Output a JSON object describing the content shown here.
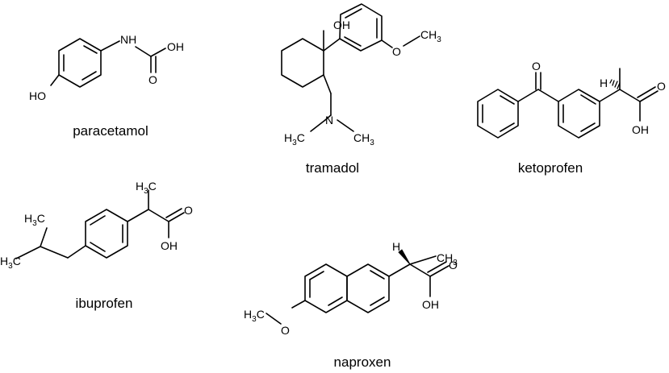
{
  "molecules": {
    "paracetamol": {
      "name": "paracetamol",
      "labels": {
        "nh": "NH",
        "oh": "OH",
        "o": "O",
        "ho": "HO"
      }
    },
    "tramadol": {
      "name": "tramadol",
      "labels": {
        "oh": "OH",
        "o": "O",
        "ch": "CH",
        "sub3": "3",
        "n": "N",
        "h": "H",
        "c": "C",
        "sub3b": "3",
        "sub3c": "3"
      }
    },
    "ketoprofen": {
      "name": "ketoprofen",
      "labels": {
        "o_ketone": "O",
        "h": "H",
        "o_acid": "O",
        "oh": "OH"
      }
    },
    "ibuprofen": {
      "name": "ibuprofen",
      "labels": {
        "h": "H",
        "c": "C",
        "sub3": "3",
        "o": "O",
        "oh": "OH"
      }
    },
    "naproxen": {
      "name": "naproxen",
      "labels": {
        "h": "H",
        "ch": "CH",
        "sub3": "3",
        "o_acid": "O",
        "oh": "OH",
        "h3c_h": "H",
        "h3c_c": "C",
        "o_ether": "O"
      }
    }
  }
}
